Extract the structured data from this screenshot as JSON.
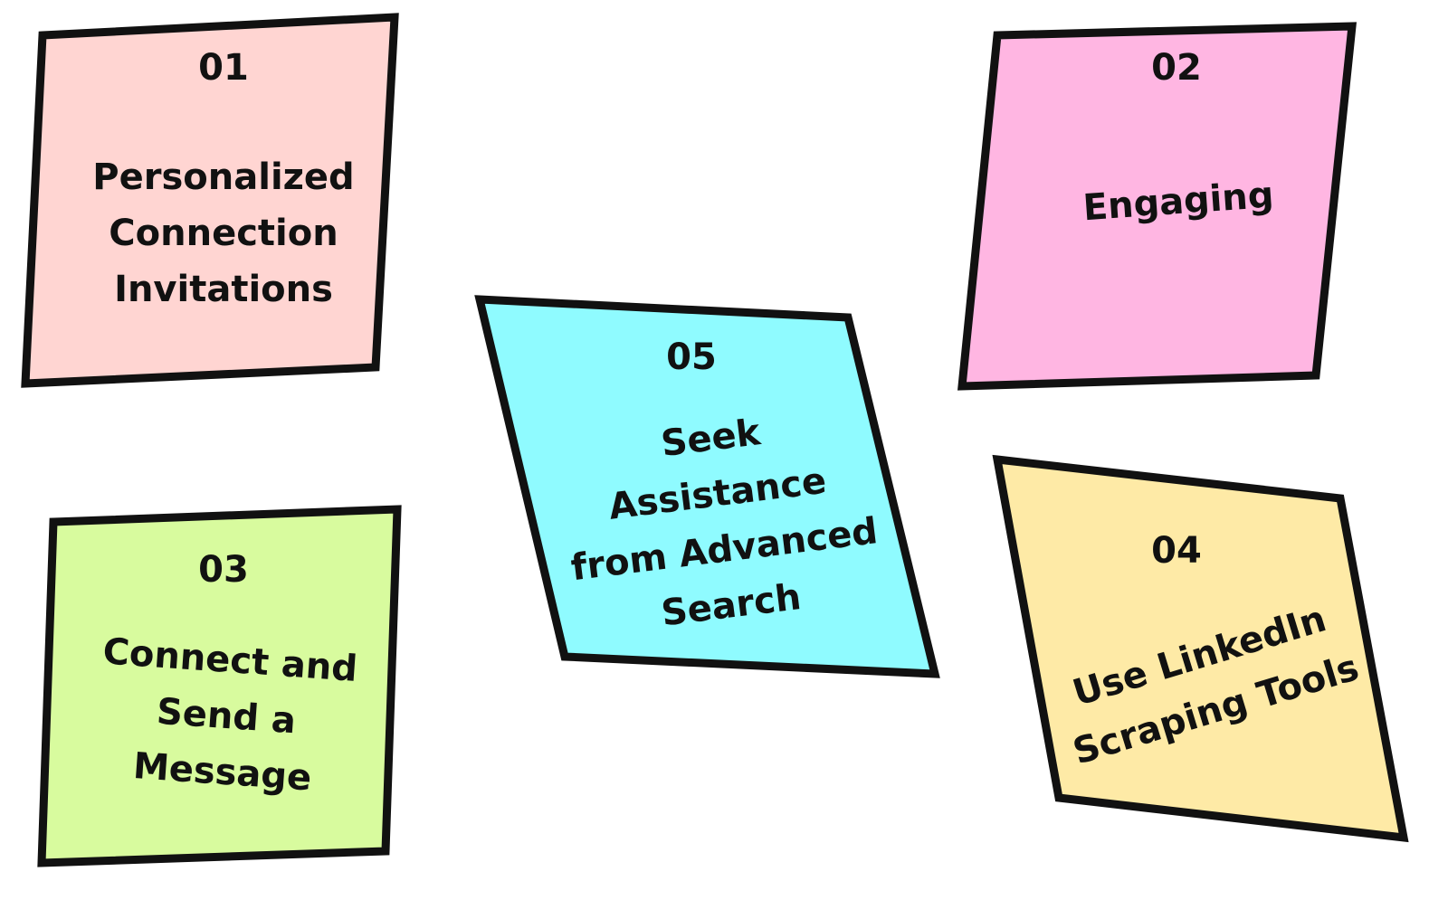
{
  "cards": [
    {
      "id": "card-01",
      "number": "01",
      "lines": [
        "Personalized",
        "Connection",
        "Invitations"
      ],
      "color": "#ffd5d2"
    },
    {
      "id": "card-02",
      "number": "02",
      "lines": [
        "Engaging"
      ],
      "color": "#ffb6e2"
    },
    {
      "id": "card-03",
      "number": "03",
      "lines": [
        "Connect and",
        "Send a",
        "Message"
      ],
      "color": "#d8fb9e"
    },
    {
      "id": "card-04",
      "number": "04",
      "lines": [
        "Use LinkedIn",
        "Scraping Tools"
      ],
      "color": "#feeaa6"
    },
    {
      "id": "card-05",
      "number": "05",
      "lines": [
        "Seek",
        "Assistance",
        "from Advanced",
        "Search"
      ],
      "color": "#8ffbff"
    }
  ]
}
